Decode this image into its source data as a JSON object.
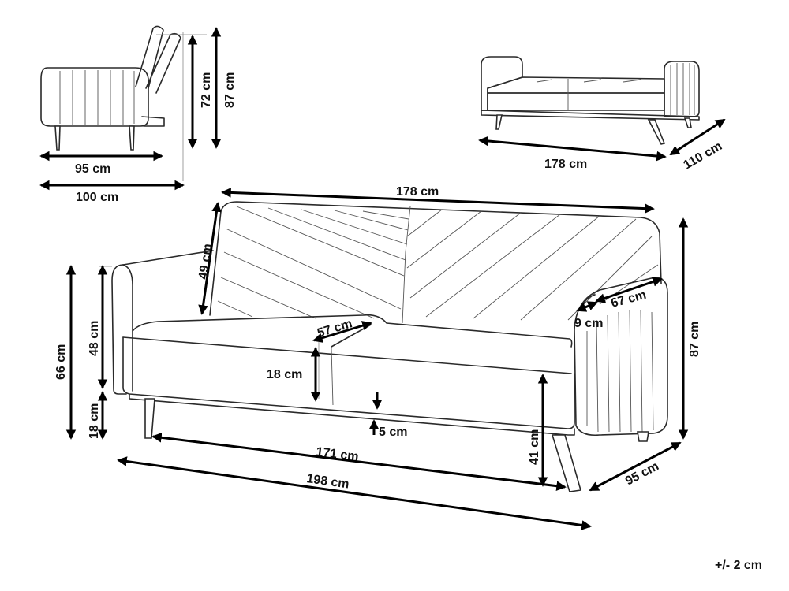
{
  "diagram": {
    "side_view": {
      "depth_seat": "95 cm",
      "depth_total": "100 cm",
      "back_height": "72 cm",
      "total_height": "87 cm"
    },
    "bed_view": {
      "length": "178 cm",
      "depth": "110 cm"
    },
    "front_view": {
      "back_width": "178 cm",
      "back_height": "49 cm",
      "total_height": "87 cm",
      "arm_height": "66 cm",
      "seat_cushion_height": "48 cm",
      "leg_height": "18 cm",
      "cushion_depth": "57 cm",
      "cushion_thickness": "18 cm",
      "ground_clearance": "5 cm",
      "arm_length": "67 cm",
      "arm_width": "9 cm",
      "seat_height": "41 cm",
      "seat_width": "171 cm",
      "total_width": "198 cm",
      "total_depth": "95 cm"
    },
    "tolerance": "+/- 2 cm"
  }
}
